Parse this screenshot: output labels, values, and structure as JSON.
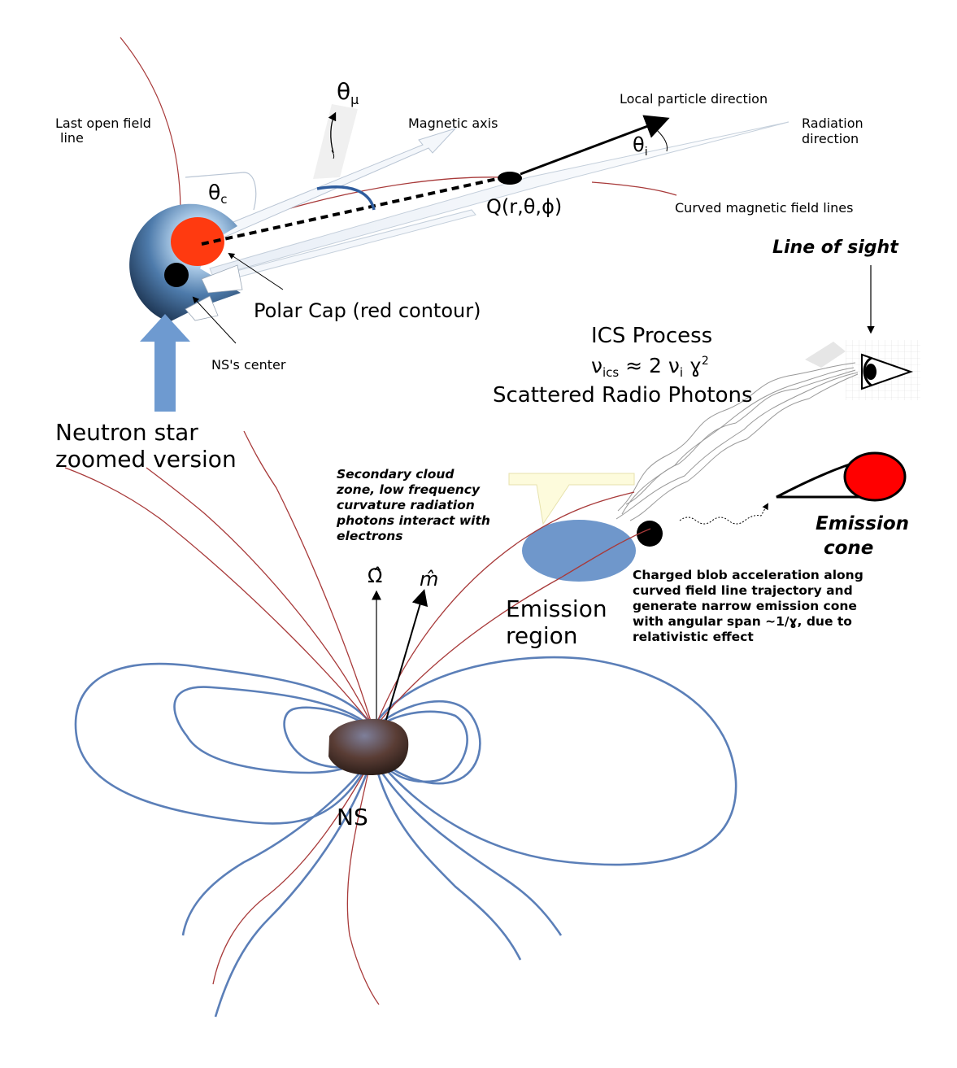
{
  "labels": {
    "theta_mu": "θ",
    "theta_mu_sub": "μ",
    "theta_c": "θ",
    "theta_c_sub": "c",
    "theta_i": "θ",
    "theta_i_sub": "i",
    "last_open_field_line_1": "Last open field",
    "last_open_field_line_2": "line",
    "magnetic_axis": "Magnetic axis",
    "local_particle_direction": "Local particle direction",
    "radiation_direction_1": "Radiation",
    "radiation_direction_2": "direction",
    "q_point": "Q(r,θ,ϕ)",
    "curved_field_lines": "Curved magnetic field lines",
    "line_of_sight": "Line of sight",
    "polar_cap": "Polar Cap (red contour)",
    "ns_center": "NS's center",
    "ics_process": "ICS Process",
    "ics_formula_nu": "ν",
    "ics_formula_sub_ics": "ics",
    "ics_formula_mid": " ≈ 2 ν",
    "ics_formula_sub_i": "i",
    "ics_formula_gamma": " ɣ",
    "ics_formula_sup": "2",
    "scattered_photons": "Scattered Radio Photons",
    "neutron_star_zoom_1": "Neutron star",
    "neutron_star_zoom_2": "zoomed version",
    "secondary_cloud": [
      "Secondary cloud",
      "zone, low frequency",
      "curvature radiation",
      "photons interact with",
      "electrons"
    ],
    "emission_cone_1": "Emission",
    "emission_cone_2": "cone",
    "omega_hat": "Ω̂",
    "m_hat": "m̂",
    "emission_region_1": "Emission",
    "emission_region_2": "region",
    "charged_blob": [
      "Charged blob acceleration along",
      "curved field line trajectory and",
      "generate narrow emission cone",
      "with angular span ~1/ɣ, due to",
      "relativistic effect"
    ],
    "ns": "NS"
  },
  "colors": {
    "field_line_blue": "#5b7fb8",
    "field_line_red": "#a83a3a",
    "polar_cap_red": "#ff3a10",
    "emission_region": "#6f97cb",
    "zoom_arrow": "#6e9ad0",
    "cone_red": "#ff0000",
    "arc_blue": "#2f5d9e"
  }
}
